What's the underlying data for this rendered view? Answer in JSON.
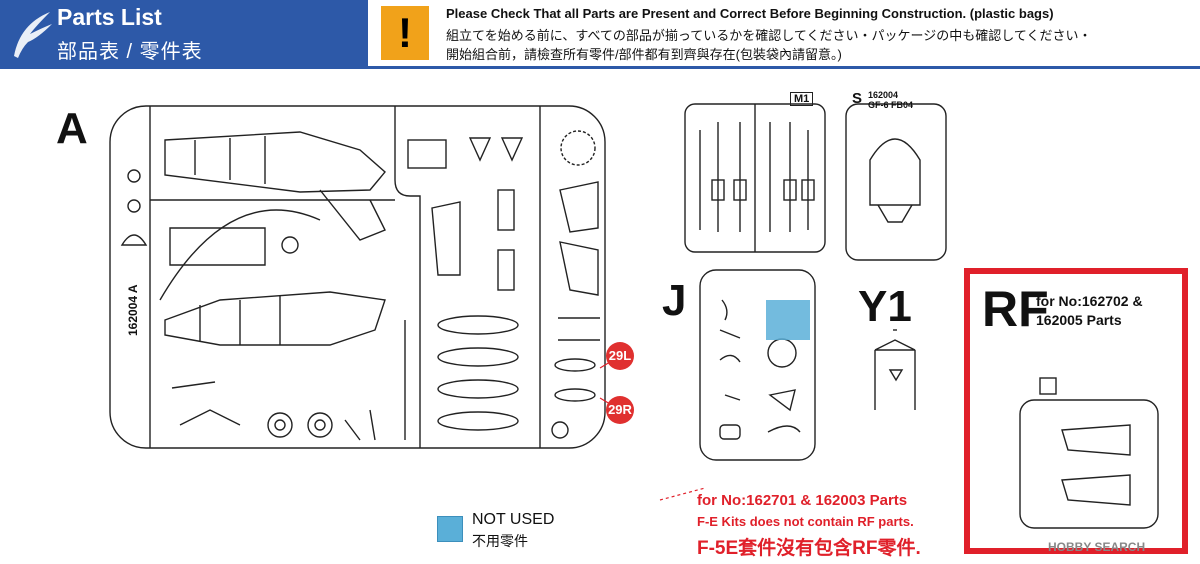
{
  "header": {
    "title": "Parts List",
    "subtitle": "部品表 / 零件表",
    "warning_icon": "!",
    "notice_en": "Please Check That all Parts are Present and Correct Before Beginning Construction. (plastic bags)",
    "notice_jp": "組立てを始める前に、すべての部品が揃っているかを確認してください・パッケージの中も確認してください・",
    "notice_zh": "開始組合前，請檢查所有零件/部件都有到齊與存在(包裝袋內請留意。)"
  },
  "sprues": {
    "a_label": "A",
    "a_code": "162004 A",
    "m1_label": "M1",
    "s_label": "S",
    "s_code": "162004\nGF-6 FB04",
    "j_label": "J",
    "y1_label": "Y1",
    "rf_label": "RF",
    "part_29l": "29L",
    "part_29r": "29R"
  },
  "rf_box": {
    "note_line1": "for No:162702 &",
    "note_line2": "162005 Parts"
  },
  "notes": {
    "for_parts": "for No:162701 & 162003 Parts",
    "fe_kits": "F-E Kits does not contain RF parts.",
    "f5e_zh": "F-5E套件沒有包含RF零件."
  },
  "legend": {
    "not_used_en": "NOT USED",
    "not_used_zh": "不用零件",
    "color": "#5aafd8"
  },
  "watermark": "HOBBY SEARCH",
  "colors": {
    "brand_blue": "#2d59a8",
    "warning_orange": "#f1a21a",
    "accent_red": "#e0202a"
  }
}
